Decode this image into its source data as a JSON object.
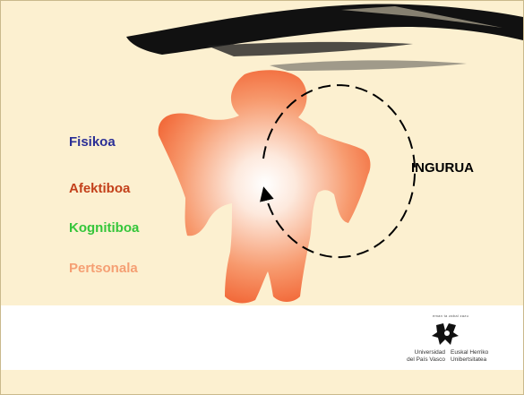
{
  "labels": {
    "fisikoa": "Fisikoa",
    "afektiboa": "Afektiboa",
    "kognitiboa": "Kognitiboa",
    "pertsonala": "Pertsonala",
    "ingurua": "INGURUA"
  },
  "logo": {
    "motto": "eman ta zabal zazu",
    "line_es_1": "Universidad",
    "line_es_2": "del País Vasco",
    "line_eu_1": "Euskal Herriko",
    "line_eu_2": "Unibertsitatea"
  },
  "colors": {
    "background": "#fcf0d0",
    "figure": "#f5784a",
    "fisikoa": "#2b2f96",
    "afektiboa": "#c3401a",
    "kognitiboa": "#35c63a",
    "pertsonala": "#f59f73"
  }
}
